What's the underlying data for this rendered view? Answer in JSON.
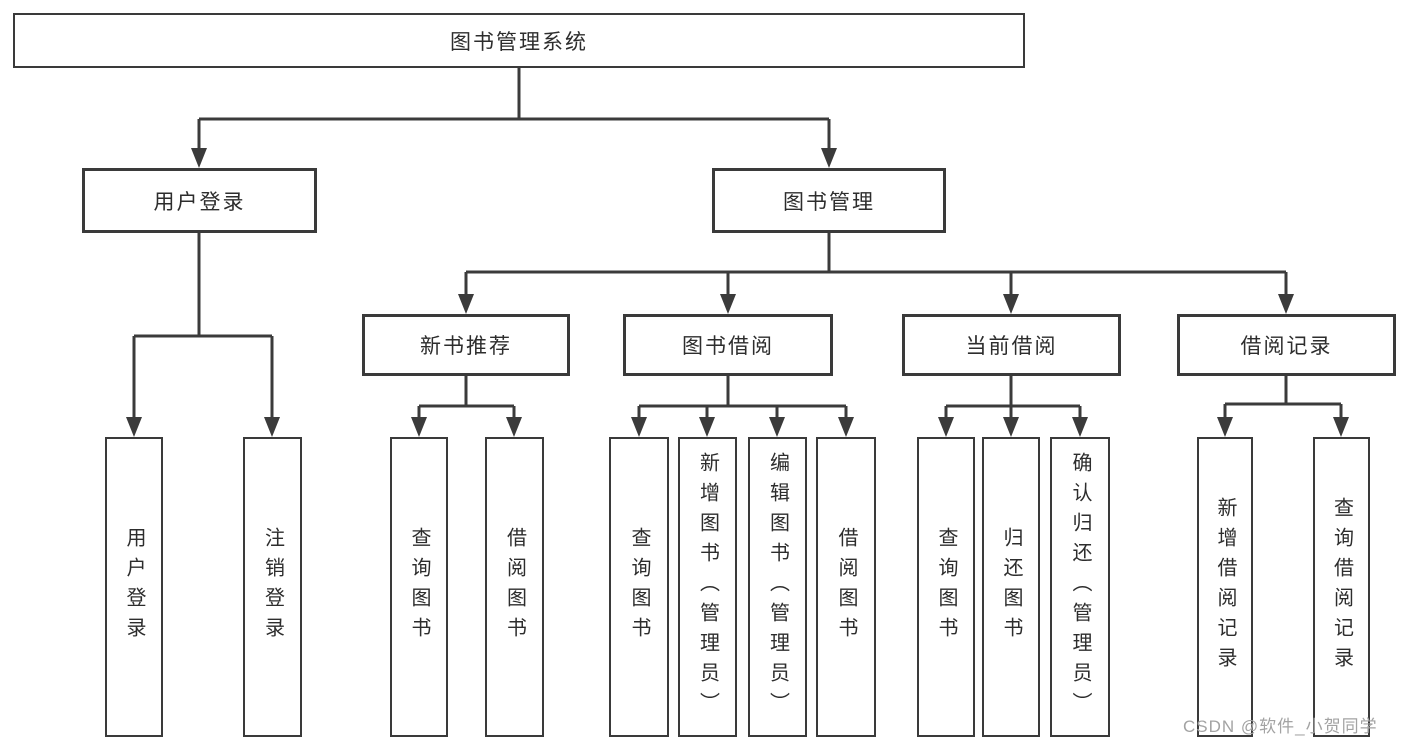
{
  "colors": {
    "line": "#3b3b3b",
    "border": "#3a3a3a",
    "text": "#2d2d2d",
    "watermark": "#a3a3a3"
  },
  "tree": {
    "root": {
      "label": "图书管理系统"
    },
    "branches": [
      {
        "label": "用户登录",
        "leaves": [
          "用户登录",
          "注销登录"
        ]
      },
      {
        "label": "图书管理",
        "groups": [
          {
            "label": "新书推荐",
            "leaves": [
              "查询图书",
              "借阅图书"
            ]
          },
          {
            "label": "图书借阅",
            "leaves": [
              "查询图书",
              "新增图书（管理员）",
              "编辑图书（管理员）",
              "借阅图书"
            ]
          },
          {
            "label": "当前借阅",
            "leaves": [
              "查询图书",
              "归还图书",
              "确认归还（管理员）"
            ]
          },
          {
            "label": "借阅记录",
            "leaves": [
              "新增借阅记录",
              "查询借阅记录"
            ]
          }
        ]
      }
    ]
  },
  "watermark": "CSDN @软件_小贺同学"
}
